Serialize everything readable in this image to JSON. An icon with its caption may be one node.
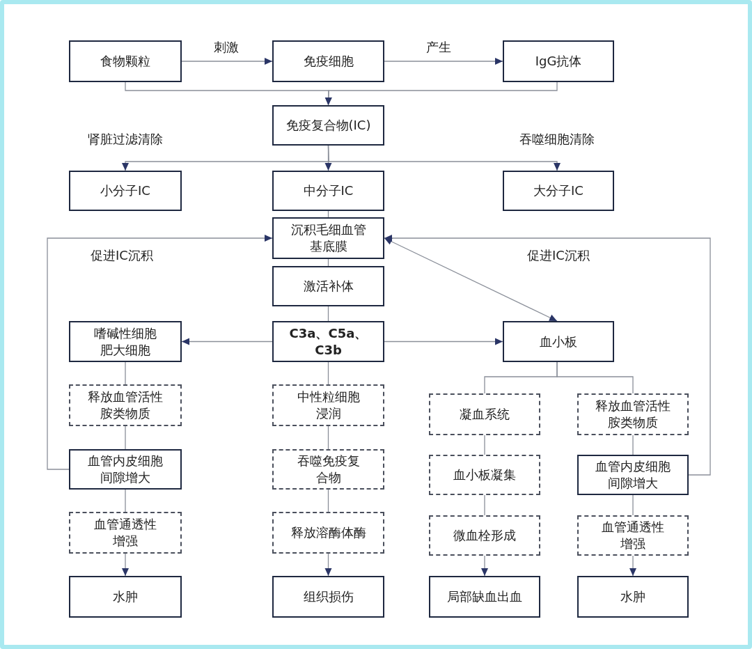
{
  "diagram": {
    "nodes": [
      {
        "text": [
          "食物颗粒"
        ]
      },
      {
        "text": [
          "免疫细胞"
        ]
      },
      {
        "text": [
          "IgG抗体"
        ]
      },
      {
        "text": [
          "免疫复合物(IC)"
        ]
      },
      {
        "text": [
          "小分子IC"
        ]
      },
      {
        "text": [
          "中分子IC"
        ]
      },
      {
        "text": [
          "大分子IC"
        ]
      },
      {
        "text": [
          "沉积毛细血管基底膜"
        ]
      },
      {
        "text": [
          "激活补体"
        ]
      },
      {
        "text": [
          "C3a、C5a、C3b"
        ]
      },
      {
        "text": [
          "嗜碱性细胞肥大细胞"
        ]
      },
      {
        "text": [
          "血小板"
        ]
      },
      {
        "text": [
          "释放血管活性胺类物质"
        ]
      },
      {
        "text": [
          "血管内皮细胞间隙增大"
        ]
      },
      {
        "text": [
          "血管通透性增强"
        ]
      },
      {
        "text": [
          "水肿"
        ]
      },
      {
        "text": [
          "中性粒细胞浸润"
        ]
      },
      {
        "text": [
          "吞噬免疫复合物"
        ]
      },
      {
        "text": [
          "释放溶酶体酶"
        ]
      },
      {
        "text": [
          "组织损伤"
        ]
      },
      {
        "text": [
          "凝血系统"
        ]
      },
      {
        "text": [
          "血小板凝集"
        ]
      },
      {
        "text": [
          "微血栓形成"
        ]
      },
      {
        "text": [
          "局部缺血出血"
        ]
      },
      {
        "text": [
          "释放血管活性胺类物质"
        ]
      },
      {
        "text": [
          "血管内皮细胞间隙增大"
        ]
      },
      {
        "text": [
          "血管通透性增强"
        ]
      },
      {
        "text": [
          "水肿"
        ]
      }
    ],
    "edges": [
      {
        "from": 0,
        "to": 1,
        "arrow": "to",
        "label": "刺激"
      },
      {
        "from": 1,
        "to": 2,
        "arrow": "to",
        "label": "产生"
      },
      {
        "from": 0,
        "to": 3,
        "arrow": "to"
      },
      {
        "from": 2,
        "to": 3,
        "arrow": "to"
      },
      {
        "from": 3,
        "to": 4,
        "arrow": "to",
        "label": "肾脏过滤清除"
      },
      {
        "from": 3,
        "to": 5,
        "arrow": "to"
      },
      {
        "from": 3,
        "to": 6,
        "arrow": "to",
        "label": "吞噬细胞清除"
      },
      {
        "from": 5,
        "to": 7,
        "arrow": "none"
      },
      {
        "from": 7,
        "to": 8,
        "arrow": "none"
      },
      {
        "from": 8,
        "to": 9,
        "arrow": "none"
      },
      {
        "from": 9,
        "to": 10,
        "arrow": "to"
      },
      {
        "from": 9,
        "to": 11,
        "arrow": "to"
      },
      {
        "from": 7,
        "to": 11,
        "arrow": "both"
      },
      {
        "from": 13,
        "to": 7,
        "arrow": "to",
        "label": "促进IC沉积"
      },
      {
        "from": 25,
        "to": 7,
        "arrow": "to",
        "label": "促进IC沉积"
      },
      {
        "from": 10,
        "to": 12,
        "arrow": "none"
      },
      {
        "from": 12,
        "to": 13,
        "arrow": "none"
      },
      {
        "from": 13,
        "to": 14,
        "arrow": "none"
      },
      {
        "from": 14,
        "to": 15,
        "arrow": "to"
      },
      {
        "from": 9,
        "to": 16,
        "arrow": "none"
      },
      {
        "from": 16,
        "to": 17,
        "arrow": "none"
      },
      {
        "from": 17,
        "to": 18,
        "arrow": "none"
      },
      {
        "from": 18,
        "to": 19,
        "arrow": "to"
      },
      {
        "from": 11,
        "to": 20,
        "arrow": "none"
      },
      {
        "from": 11,
        "to": 24,
        "arrow": "none"
      },
      {
        "from": 20,
        "to": 21,
        "arrow": "none"
      },
      {
        "from": 21,
        "to": 22,
        "arrow": "none"
      },
      {
        "from": 22,
        "to": 23,
        "arrow": "to"
      },
      {
        "from": 24,
        "to": 25,
        "arrow": "none"
      },
      {
        "from": 25,
        "to": 26,
        "arrow": "none"
      },
      {
        "from": 26,
        "to": 27,
        "arrow": "to"
      }
    ]
  }
}
